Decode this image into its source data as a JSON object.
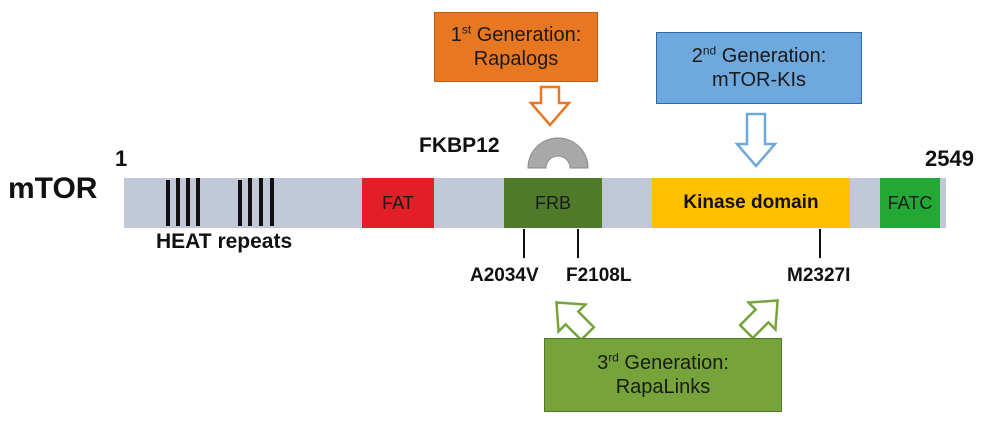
{
  "protein": {
    "name": "mTOR",
    "start": "1",
    "end": "2549"
  },
  "domains": [
    {
      "label": "FAT"
    },
    {
      "label": "FRB"
    },
    {
      "label": "Kinase domain"
    },
    {
      "label": "FATC"
    }
  ],
  "heat_label": "HEAT repeats",
  "fkbp_label": "FKBP12",
  "mutations": [
    "A2034V",
    "F2108L",
    "M2327I"
  ],
  "generations": {
    "first": {
      "ordinal": "1",
      "suffix": "st",
      "word": "Generation:",
      "drug": "Rapalogs"
    },
    "second": {
      "ordinal": "2",
      "suffix": "nd",
      "word": "Generation:",
      "drug": "mTOR-KIs"
    },
    "third": {
      "ordinal": "3",
      "suffix": "rd",
      "word": "Generation:",
      "drug": "RapaLinks"
    }
  },
  "colors": {
    "bar": "#c0c8d8",
    "fat": "#e21e26",
    "frb": "#4f7a2a",
    "kinase": "#ffc000",
    "fatc": "#23a836",
    "first_box": "#e87722",
    "second_box": "#6fa8dc",
    "third_box": "#76a33a",
    "fkbp": "#a9a9a9"
  }
}
